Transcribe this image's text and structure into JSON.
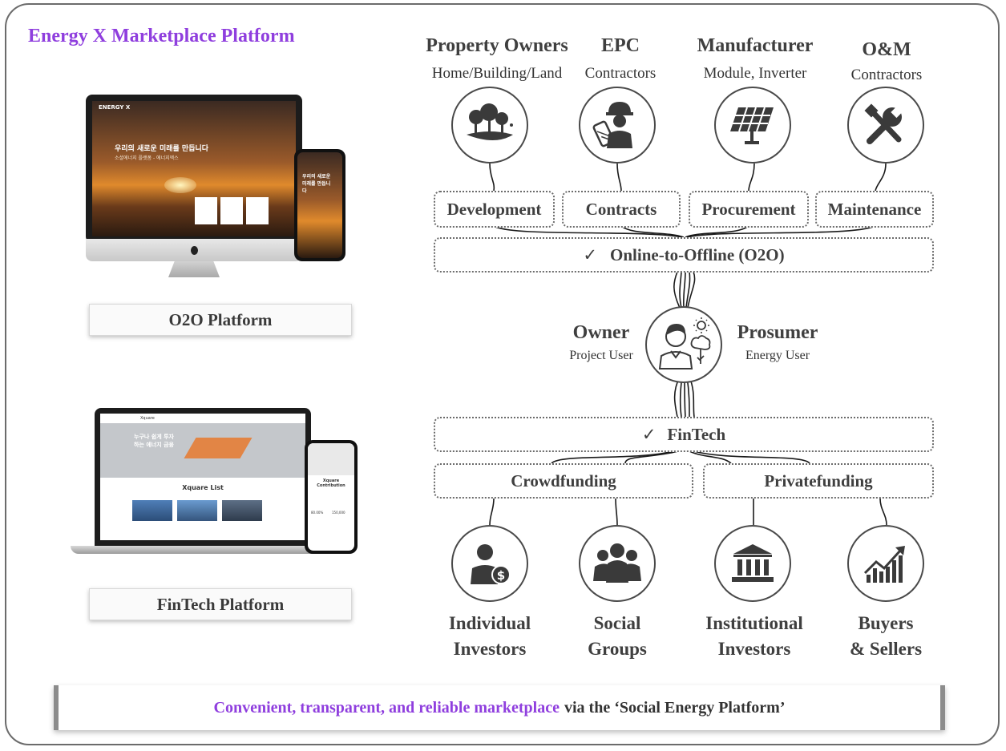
{
  "title": "Energy X Marketplace Platform",
  "top_actors": [
    {
      "title": "Property Owners",
      "subtitle": "Home/Building/Land",
      "icon": "trees-icon"
    },
    {
      "title": "EPC",
      "subtitle": "Contractors",
      "icon": "engineer-icon"
    },
    {
      "title": "Manufacturer",
      "subtitle": "Module, Inverter",
      "icon": "solar-panel-icon"
    },
    {
      "title": "O&M",
      "subtitle": "Contractors",
      "icon": "tools-icon"
    }
  ],
  "stages": [
    "Development",
    "Contracts",
    "Procurement",
    "Maintenance"
  ],
  "o2o_bar": "Online-to-Offline (O2O)",
  "check_mark": "✓",
  "center": {
    "left_title": "Owner",
    "left_sub": "Project User",
    "right_title": "Prosumer",
    "right_sub": "Energy User",
    "icon": "prosumer-icon"
  },
  "fintech_bar": "FinTech",
  "funding": [
    "Crowdfunding",
    "Privatefunding"
  ],
  "bottom_actors": [
    {
      "line1": "Individual",
      "line2": "Investors",
      "icon": "investor-icon"
    },
    {
      "line1": "Social",
      "line2": "Groups",
      "icon": "group-icon"
    },
    {
      "line1": "Institutional",
      "line2": "Investors",
      "icon": "bank-icon"
    },
    {
      "line1": "Buyers",
      "line2": "& Sellers",
      "icon": "growth-chart-icon"
    }
  ],
  "platforms": {
    "o2o_label": "O2O Platform",
    "fintech_label": "FinTech Platform",
    "o2o_site": {
      "brand": "ENERGY X",
      "headline": "우리의 새로운 미래를 만듭니다",
      "sub": "소셜에너지 플랫폼 - 에너지엑스",
      "phone_text": "우리의 새로운 미래를 만듭니다"
    },
    "fintech_site": {
      "brand": "Xquare",
      "headline": "누구나 쉽게 투자하는 에너지 금융",
      "list_title": "Xquare List",
      "phone_title": "Xquare Contribution",
      "phone_value1": "80.00%",
      "phone_value2": "150,000"
    }
  },
  "footer": {
    "highlight": "Convenient, transparent, and reliable marketplace",
    "rest": "via the ‘Social Energy Platform’"
  },
  "colors": {
    "accent": "#8f3ede",
    "line": "#1a1a1a",
    "border": "#6b6b6b"
  }
}
